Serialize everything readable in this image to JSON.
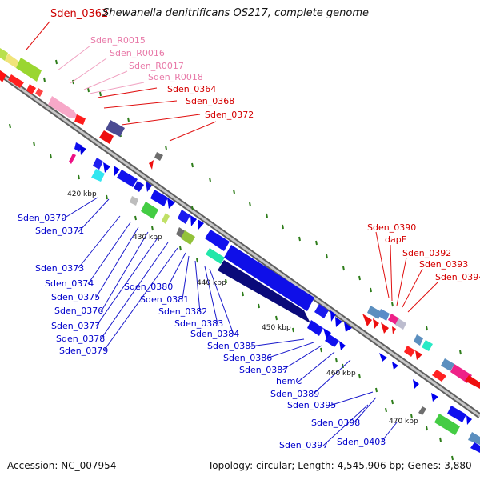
{
  "title": {
    "label": "Sden_0362",
    "text": "Shewanella denitrificans OS217, complete genome"
  },
  "footer": {
    "accession": "Accession: NC_007954",
    "summary": "Topology: circular; Length: 4,545,906 bp; Genes: 3,880"
  },
  "colors": {
    "red_label": "#d40000",
    "pink_label": "#e879a8",
    "blue_label": "#0000cc",
    "backbone": "#8c8c8c",
    "tick": "#2e7d1a"
  },
  "kbp_labels": [
    "420 kbp",
    "430 kbp",
    "440 kbp",
    "450 kbp",
    "460 kbp",
    "470 kbp"
  ],
  "red_labels": [
    "Sden_R0015",
    "Sden_R0016",
    "Sden_R0017",
    "Sden_R0018",
    "Sden_0364",
    "Sden_0368",
    "Sden_0372"
  ],
  "right_red_labels": [
    "Sden_0390",
    "dapF",
    "Sden_0392",
    "Sden_0393",
    "Sden_0394"
  ],
  "blue_labels": [
    "Sden_0370",
    "Sden_0371",
    "Sden_0373",
    "Sden_0374",
    "Sden_0375",
    "Sden_0376",
    "Sden_0377",
    "Sden_0378",
    "Sden_0379",
    "Sden_0380",
    "Sden_0381",
    "Sden_0382",
    "Sden_0383",
    "Sden_0384",
    "Sden_0385",
    "Sden_0386",
    "Sden_0387",
    "hemC",
    "Sden_0389",
    "Sden_0395",
    "Sden_0398",
    "Sden_0397",
    "Sden_0403"
  ]
}
